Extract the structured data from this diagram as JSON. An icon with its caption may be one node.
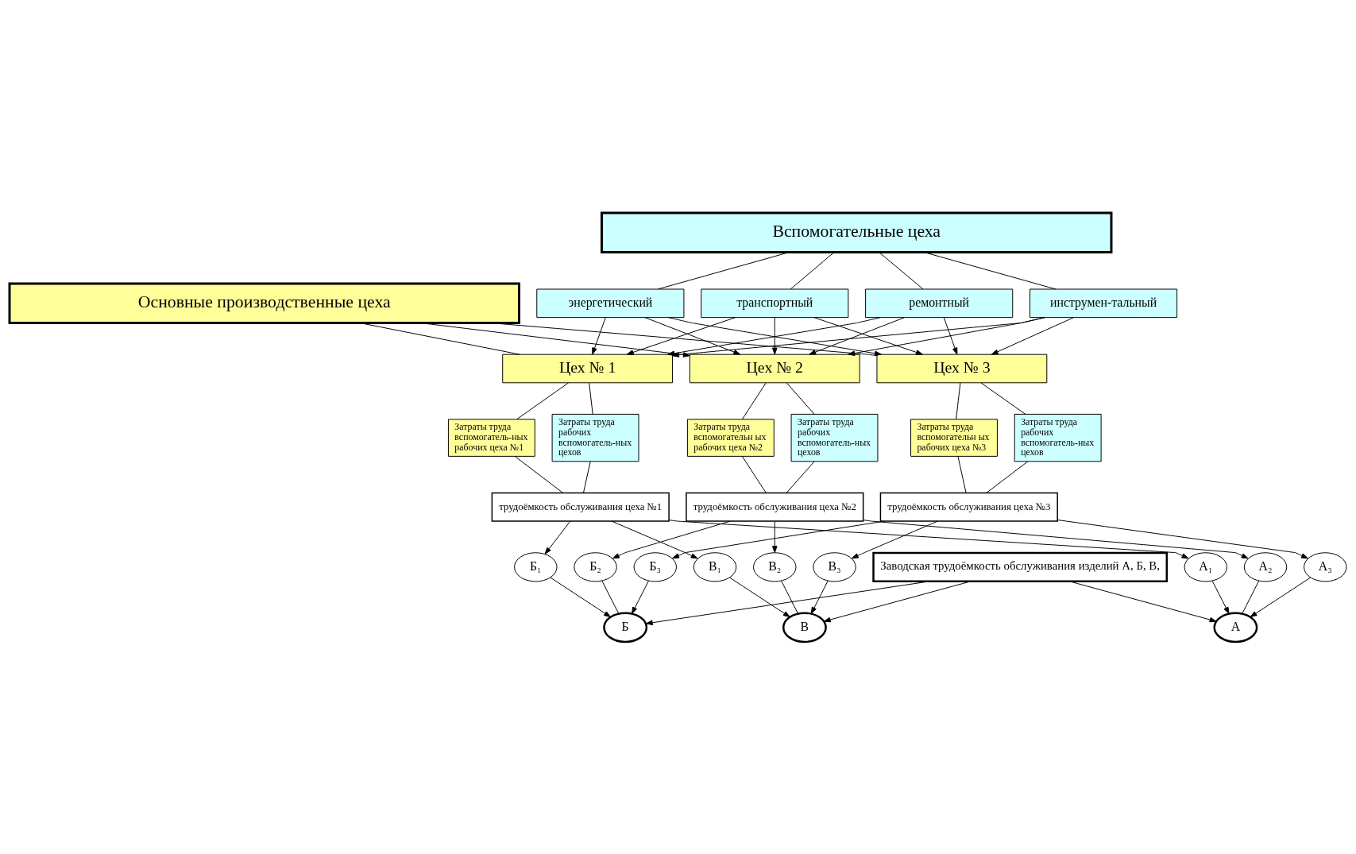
{
  "diagram": {
    "nodes": [
      {
        "text": [
          "Вспомогательные цеха"
        ]
      },
      {
        "text": [
          "транспортный"
        ]
      },
      {
        "text": [
          "ремонтный"
        ]
      },
      {
        "text": [
          "инструмен-тальный"
        ]
      },
      {
        "text": [
          "энергетический"
        ]
      },
      {
        "text": [
          "Основные производственные цеха"
        ]
      },
      {
        "text": [
          "Цех № 1"
        ]
      },
      {
        "text": [
          "Цех № 2"
        ]
      },
      {
        "text": [
          "Цех № 3"
        ]
      },
      {
        "text": [
          "Затраты труда вспомогатель-ных рабочих цеха №1"
        ]
      },
      {
        "text": [
          "Затраты труда рабочих вспомогатель-ных цехов"
        ]
      },
      {
        "text": [
          "Затраты труда вспомогательн ых рабочих цеха №2"
        ]
      },
      {
        "text": [
          "Затраты труда рабочих вспомогатель-ных цехов"
        ]
      },
      {
        "text": [
          "Затраты труда вспомогательн ых рабочих цеха №3"
        ]
      },
      {
        "text": [
          "Затраты труда рабочих вспомогатель-ных цехов"
        ]
      },
      {
        "text": [
          "трудоёмкость обслуживания цеха №1"
        ]
      },
      {
        "text": [
          "трудоёмкость обслуживания цеха №2"
        ]
      },
      {
        "text": [
          "трудоёмкость обслуживания цеха №3"
        ]
      },
      {
        "text": [
          "А₁"
        ]
      },
      {
        "text": [
          "Б₁"
        ]
      },
      {
        "text": [
          "В₁"
        ]
      },
      {
        "text": [
          "А₂"
        ]
      },
      {
        "text": [
          "Б₂"
        ]
      },
      {
        "text": [
          "В₂"
        ]
      },
      {
        "text": [
          "А₃"
        ]
      },
      {
        "text": [
          "Б₃"
        ]
      },
      {
        "text": [
          "В₃"
        ]
      },
      {
        "text": [
          "А"
        ]
      },
      {
        "text": [
          "Б"
        ]
      },
      {
        "text": [
          "В"
        ]
      },
      {
        "text": [
          "Заводская трудоёмкость обслуживания изделий А, Б, В,"
        ]
      }
    ],
    "edges": [
      {
        "from": 0,
        "to": 1,
        "arrow": "none"
      },
      {
        "from": 0,
        "to": 2,
        "arrow": "none"
      },
      {
        "from": 0,
        "to": 3,
        "arrow": "none"
      },
      {
        "from": 0,
        "to": 4,
        "arrow": "none"
      },
      {
        "from": 1,
        "to": 6,
        "arrow": "to"
      },
      {
        "from": 1,
        "to": 7,
        "arrow": "to"
      },
      {
        "from": 1,
        "to": 8,
        "arrow": "to"
      },
      {
        "from": 2,
        "to": 6,
        "arrow": "to"
      },
      {
        "from": 2,
        "to": 7,
        "arrow": "to"
      },
      {
        "from": 2,
        "to": 8,
        "arrow": "to"
      },
      {
        "from": 3,
        "to": 6,
        "arrow": "to"
      },
      {
        "from": 3,
        "to": 7,
        "arrow": "to"
      },
      {
        "from": 3,
        "to": 8,
        "arrow": "to"
      },
      {
        "from": 4,
        "to": 6,
        "arrow": "to"
      },
      {
        "from": 4,
        "to": 7,
        "arrow": "to"
      },
      {
        "from": 4,
        "to": 8,
        "arrow": "to"
      },
      {
        "from": 5,
        "to": 6,
        "arrow": "none"
      },
      {
        "from": 5,
        "to": 7,
        "arrow": "to"
      },
      {
        "from": 5,
        "to": 8,
        "arrow": "none"
      },
      {
        "from": 6,
        "to": 9,
        "arrow": "none"
      },
      {
        "from": 6,
        "to": 10,
        "arrow": "none"
      },
      {
        "from": 7,
        "to": 11,
        "arrow": "none"
      },
      {
        "from": 7,
        "to": 12,
        "arrow": "none"
      },
      {
        "from": 8,
        "to": 13,
        "arrow": "none"
      },
      {
        "from": 8,
        "to": 14,
        "arrow": "none"
      },
      {
        "from": 9,
        "to": 15,
        "arrow": "none"
      },
      {
        "from": 10,
        "to": 15,
        "arrow": "none"
      },
      {
        "from": 11,
        "to": 16,
        "arrow": "none"
      },
      {
        "from": 12,
        "to": 16,
        "arrow": "none"
      },
      {
        "from": 13,
        "to": 17,
        "arrow": "none"
      },
      {
        "from": 14,
        "to": 17,
        "arrow": "none"
      },
      {
        "from": 15,
        "to": 18,
        "arrow": "to"
      },
      {
        "from": 15,
        "to": 19,
        "arrow": "to"
      },
      {
        "from": 15,
        "to": 20,
        "arrow": "to"
      },
      {
        "from": 16,
        "to": 21,
        "arrow": "to"
      },
      {
        "from": 16,
        "to": 22,
        "arrow": "to"
      },
      {
        "from": 16,
        "to": 23,
        "arrow": "to"
      },
      {
        "from": 17,
        "to": 24,
        "arrow": "to"
      },
      {
        "from": 17,
        "to": 25,
        "arrow": "to"
      },
      {
        "from": 17,
        "to": 26,
        "arrow": "to"
      },
      {
        "from": 18,
        "to": 27,
        "arrow": "to"
      },
      {
        "from": 21,
        "to": 27,
        "arrow": "none"
      },
      {
        "from": 24,
        "to": 27,
        "arrow": "to"
      },
      {
        "from": 19,
        "to": 28,
        "arrow": "to"
      },
      {
        "from": 22,
        "to": 28,
        "arrow": "none"
      },
      {
        "from": 25,
        "to": 28,
        "arrow": "to"
      },
      {
        "from": 20,
        "to": 29,
        "arrow": "to"
      },
      {
        "from": 23,
        "to": 29,
        "arrow": "none"
      },
      {
        "from": 26,
        "to": 29,
        "arrow": "to"
      },
      {
        "from": 30,
        "to": 27,
        "arrow": "to"
      },
      {
        "from": 30,
        "to": 28,
        "arrow": "to"
      },
      {
        "from": 30,
        "to": 29,
        "arrow": "to"
      }
    ]
  }
}
